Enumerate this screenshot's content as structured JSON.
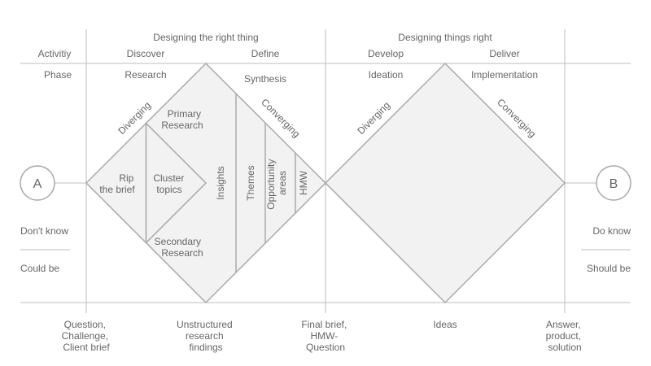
{
  "headers": {
    "designing_right_thing": "Designing the right thing",
    "designing_things_right": "Designing things right"
  },
  "row_labels": {
    "activity": "Activitiy",
    "phase": "Phase"
  },
  "stages": {
    "discover": "Discover",
    "define": "Define",
    "develop": "Develop",
    "deliver": "Deliver"
  },
  "phases": {
    "research": "Research",
    "synthesis": "Synthesis",
    "ideation": "Ideation",
    "implementation": "Implementation"
  },
  "diamond1": {
    "diverging": "Diverging",
    "converging": "Converging",
    "rip_brief": [
      "Rip",
      "the brief"
    ],
    "primary_research": [
      "Primary",
      "Research"
    ],
    "cluster_topics": [
      "Cluster",
      "topics"
    ],
    "secondary_research": [
      "Secondary",
      "Research"
    ],
    "insights": "Insights",
    "themes": "Themes",
    "opportunity_areas": [
      "Opportunity",
      "areas"
    ],
    "hmw": "HMW"
  },
  "diamond2": {
    "diverging": "Diverging",
    "converging": "Converging"
  },
  "endpoints": {
    "start": "A",
    "end": "B"
  },
  "states": {
    "dont_know": "Don't know",
    "could_be": "Could be",
    "do_know": "Do know",
    "should_be": "Should be"
  },
  "outputs": {
    "start": [
      "Question,",
      "Challenge,",
      "Client brief"
    ],
    "mid1": [
      "Unstructured",
      "research",
      "findings"
    ],
    "mid2": [
      "Final brief,",
      "HMW-",
      "Question"
    ],
    "ideas": [
      "Ideas"
    ],
    "end": [
      "Answer,",
      "product,",
      "solution"
    ]
  }
}
